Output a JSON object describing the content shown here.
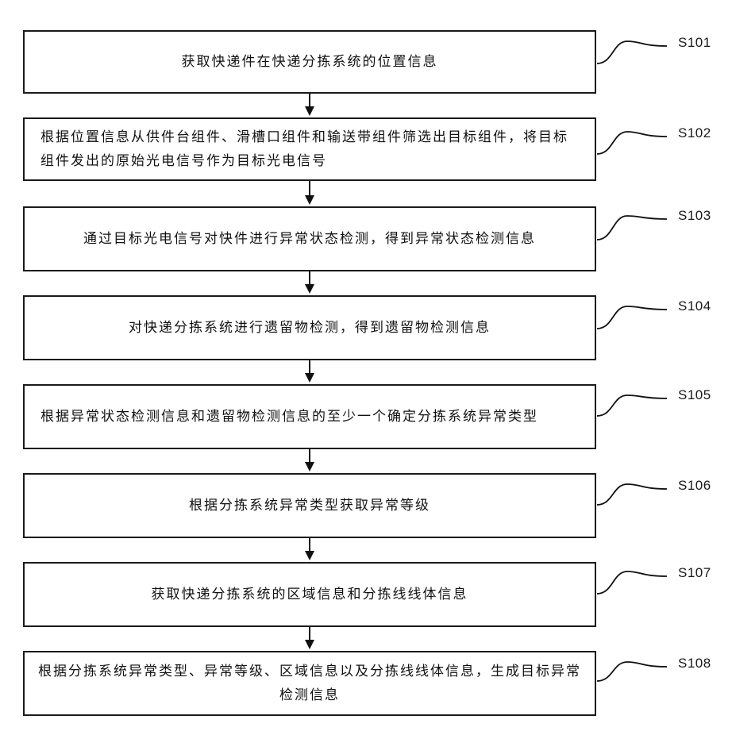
{
  "steps": [
    {
      "id": "S101",
      "text": "获取快递件在快递分拣系统的位置信息"
    },
    {
      "id": "S102",
      "text": "根据位置信息从供件台组件、滑槽口组件和输送带组件筛选出目标组件，将目标组件发出的原始光电信号作为目标光电信号"
    },
    {
      "id": "S103",
      "text": "通过目标光电信号对快件进行异常状态检测，得到异常状态检测信息"
    },
    {
      "id": "S104",
      "text": "对快递分拣系统进行遗留物检测，得到遗留物检测信息"
    },
    {
      "id": "S105",
      "text": "根据异常状态检测信息和遗留物检测信息的至少一个确定分拣系统异常类型"
    },
    {
      "id": "S106",
      "text": "根据分拣系统异常类型获取异常等级"
    },
    {
      "id": "S107",
      "text": "获取快递分拣系统的区域信息和分拣线线体信息"
    },
    {
      "id": "S108",
      "text": "根据分拣系统异常类型、异常等级、区域信息以及分拣线线体信息，生成目标异常检测信息"
    }
  ]
}
